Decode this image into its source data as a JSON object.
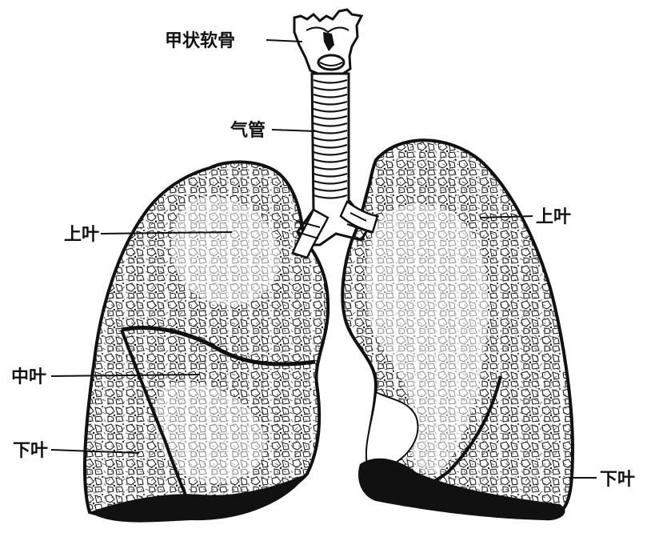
{
  "diagram": {
    "labels": {
      "thyroid_cartilage": "甲状软骨",
      "trachea": "气管",
      "right_upper_lobe": "上叶",
      "right_middle_lobe": "中叶",
      "right_lower_lobe": "下叶",
      "left_upper_lobe": "上叶",
      "left_lower_lobe": "下叶"
    },
    "colors": {
      "ink": "#111111",
      "paper": "#ffffff"
    }
  }
}
